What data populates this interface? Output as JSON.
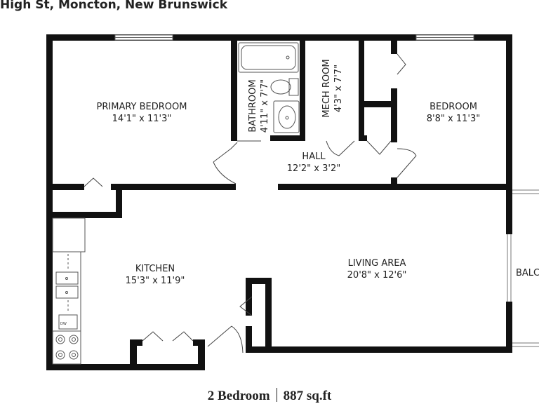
{
  "header": {
    "address": "High St, Moncton, New Brunswick"
  },
  "footer": {
    "bedrooms": "2 Bedroom",
    "area": "887 sq.ft"
  },
  "rooms": [
    {
      "id": "primary-bedroom",
      "name": "PRIMARY BEDROOM",
      "dims": "14'1\" x 11'3\""
    },
    {
      "id": "bathroom",
      "name": "BATHROOM",
      "dims": "4'11\" x 7'7\""
    },
    {
      "id": "mech-room",
      "name": "MECH ROOM",
      "dims": "4'3\" x 7'7\""
    },
    {
      "id": "bedroom",
      "name": "BEDROOM",
      "dims": "8'8\" x 11'3\""
    },
    {
      "id": "hall",
      "name": "HALL",
      "dims": "12'2\" x 3'2\""
    },
    {
      "id": "kitchen",
      "name": "KITCHEN",
      "dims": "15'3\" x 11'9\""
    },
    {
      "id": "living-area",
      "name": "LIVING AREA",
      "dims": "20'8\" x 12'6\""
    }
  ],
  "balcony": {
    "label": "BALC"
  },
  "appliances": {
    "dishwasher": "DW"
  }
}
